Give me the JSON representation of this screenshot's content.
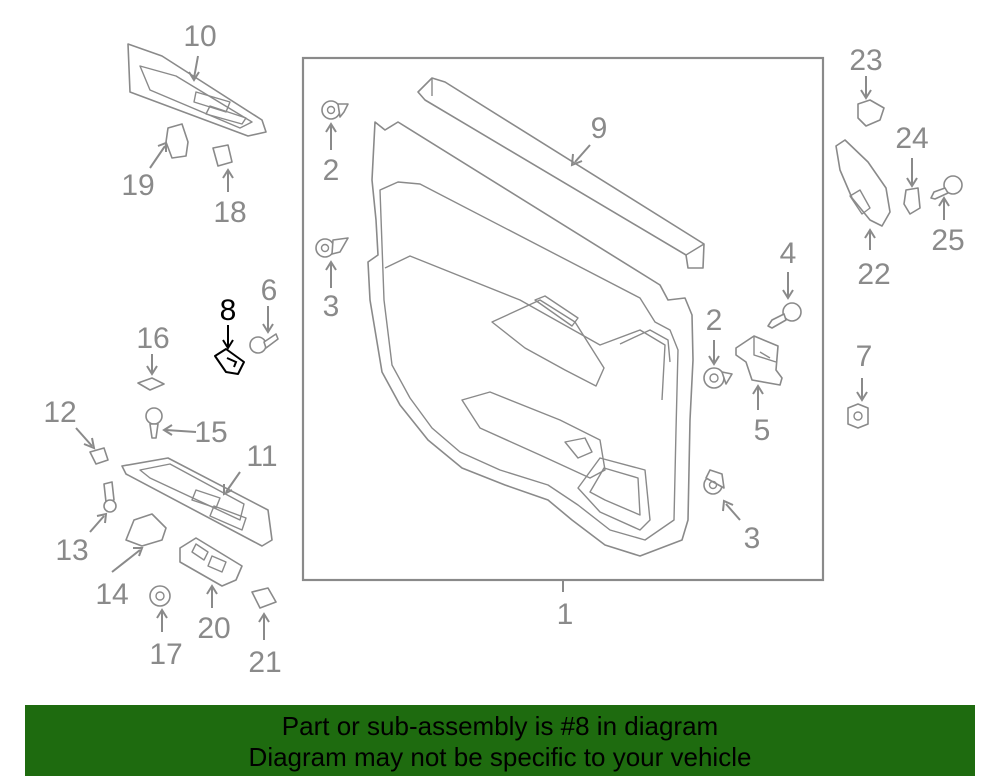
{
  "callouts": {
    "c1": "1",
    "c2a": "2",
    "c2b": "2",
    "c3a": "3",
    "c3b": "3",
    "c4": "4",
    "c5": "5",
    "c6": "6",
    "c7": "7",
    "c8": "8",
    "c9": "9",
    "c10": "10",
    "c11": "11",
    "c12": "12",
    "c13": "13",
    "c14": "14",
    "c15": "15",
    "c16": "16",
    "c17": "17",
    "c18": "18",
    "c19": "19",
    "c20": "20",
    "c21": "21",
    "c22": "22",
    "c23": "23",
    "c24": "24",
    "c25": "25"
  },
  "highlighted_part": "8",
  "banner": {
    "line1": "Part or sub-assembly is #8 in diagram",
    "line2": "Diagram may not be specific to your vehicle"
  },
  "colors": {
    "line_art": "#8a8a8a",
    "highlight": "#000000",
    "banner_background": "#1e6b0f",
    "banner_text": "#000000"
  }
}
